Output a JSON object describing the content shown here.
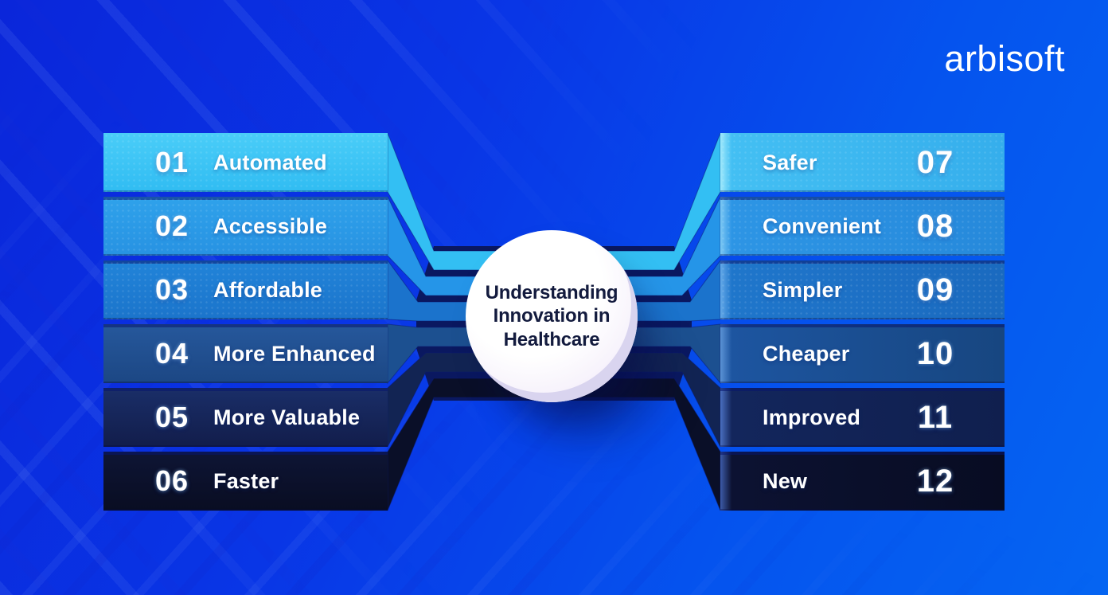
{
  "brand": {
    "logo": "arbisoft"
  },
  "center_circle": {
    "line1": "Understanding",
    "line2": "Innovation in",
    "line3": "Healthcare"
  },
  "rows": [
    {
      "left": {
        "number": "01",
        "label": "Automated"
      },
      "right": {
        "number": "07",
        "label": "Safer"
      },
      "colors": {
        "left_top": "#4ACDF8",
        "left_bottom": "#30BCF2",
        "right_edge": "#9FE9FC",
        "right_body": "#43BFF3",
        "right_body2": "#35AEEC",
        "band": "#33BFF3"
      }
    },
    {
      "left": {
        "number": "02",
        "label": "Accessible"
      },
      "right": {
        "number": "08",
        "label": "Convenient"
      },
      "colors": {
        "left_top": "#2FA2EB",
        "left_bottom": "#2792E2",
        "right_edge": "#7CC8F4",
        "right_body": "#2D95E5",
        "right_body2": "#2689DB",
        "band": "#2595E8"
      }
    },
    {
      "left": {
        "number": "03",
        "label": "Affordable"
      },
      "right": {
        "number": "09",
        "label": "Simpler"
      },
      "colors": {
        "left_top": "#2184D9",
        "left_bottom": "#1B74CB",
        "right_edge": "#64A9E8",
        "right_body": "#1F76CB",
        "right_body2": "#1A6ABF",
        "band": "#1B73CC"
      }
    },
    {
      "left": {
        "number": "04",
        "label": "More Enhanced"
      },
      "right": {
        "number": "10",
        "label": "Cheaper"
      },
      "colors": {
        "left_top": "#26589C",
        "left_bottom": "#1C4784",
        "right_edge": "#5B93D6",
        "right_body": "#1D55A0",
        "right_body2": "#174680",
        "band": "#1C5090"
      }
    },
    {
      "left": {
        "number": "05",
        "label": "More Valuable"
      },
      "right": {
        "number": "11",
        "label": "Improved"
      },
      "colors": {
        "left_top": "#1A2E68",
        "left_bottom": "#121D4B",
        "right_edge": "#4A6FC0",
        "right_body": "#13265C",
        "right_body2": "#101F4E",
        "band": "#122453"
      }
    },
    {
      "left": {
        "number": "06",
        "label": "Faster"
      },
      "right": {
        "number": "12",
        "label": "New"
      },
      "colors": {
        "left_top": "#0E1535",
        "left_bottom": "#090D22",
        "right_edge": "#3D5BA8",
        "right_body": "#0C1232",
        "right_body2": "#080C22",
        "band": "#0A0F28"
      }
    }
  ],
  "palette": {
    "background_top_left": "#0A28DC",
    "background_bottom_right": "#0565F2",
    "center_backdrop": "#0A1860",
    "circle_fill": "#FAF7FD",
    "circle_rim": "#D9D4EF",
    "title_text": "#131B3E",
    "bar_text": "#FFFFFF"
  }
}
